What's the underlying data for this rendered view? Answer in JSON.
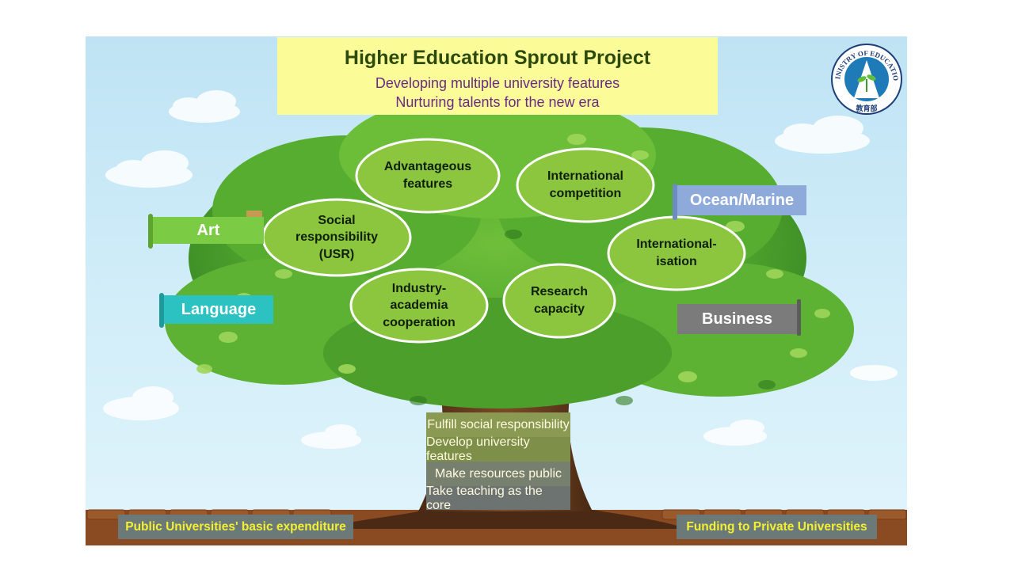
{
  "header": {
    "title": "Higher Education Sprout Project",
    "subtitle_line1": "Developing multiple university features",
    "subtitle_line2": "Nurturing talents for the new era"
  },
  "logo": {
    "ring_text": "MINISTRY OF EDUCATION",
    "chinese_text": "教育部",
    "icon": "sprout-icon"
  },
  "features": [
    {
      "lines": [
        "Advantageous",
        "features"
      ]
    },
    {
      "lines": [
        "International",
        "competition"
      ]
    },
    {
      "lines": [
        "Social",
        "responsibility",
        "(USR)"
      ]
    },
    {
      "lines": [
        "International-",
        "isation"
      ]
    },
    {
      "lines": [
        "Industry-",
        "academia",
        "cooperation"
      ]
    },
    {
      "lines": [
        "Research",
        "capacity"
      ]
    }
  ],
  "side_tags": {
    "art": "Art",
    "language": "Language",
    "ocean": "Ocean/Marine",
    "business": "Business"
  },
  "pillars": [
    "Fulfill  social  responsibility",
    "Develop university features",
    "Make resources public",
    "Take teaching as the core"
  ],
  "base": {
    "public": "Public Universities' basic expenditure",
    "private": "Funding to Private Universities"
  },
  "colors": {
    "leaf_light": "#8bd34a",
    "leaf_dark": "#3f8f2a",
    "ellipse_fill": "#8cc63f",
    "header_bg": "#fbfb97",
    "title": "#2d4a0d",
    "subtitle": "#6a2a86",
    "art_tag": "#7ccb45",
    "language_tag": "#2cc2c2",
    "ocean_tag": "#8eaadb",
    "business_tag": "#7b7b7b",
    "base_text": "#f4f030"
  }
}
